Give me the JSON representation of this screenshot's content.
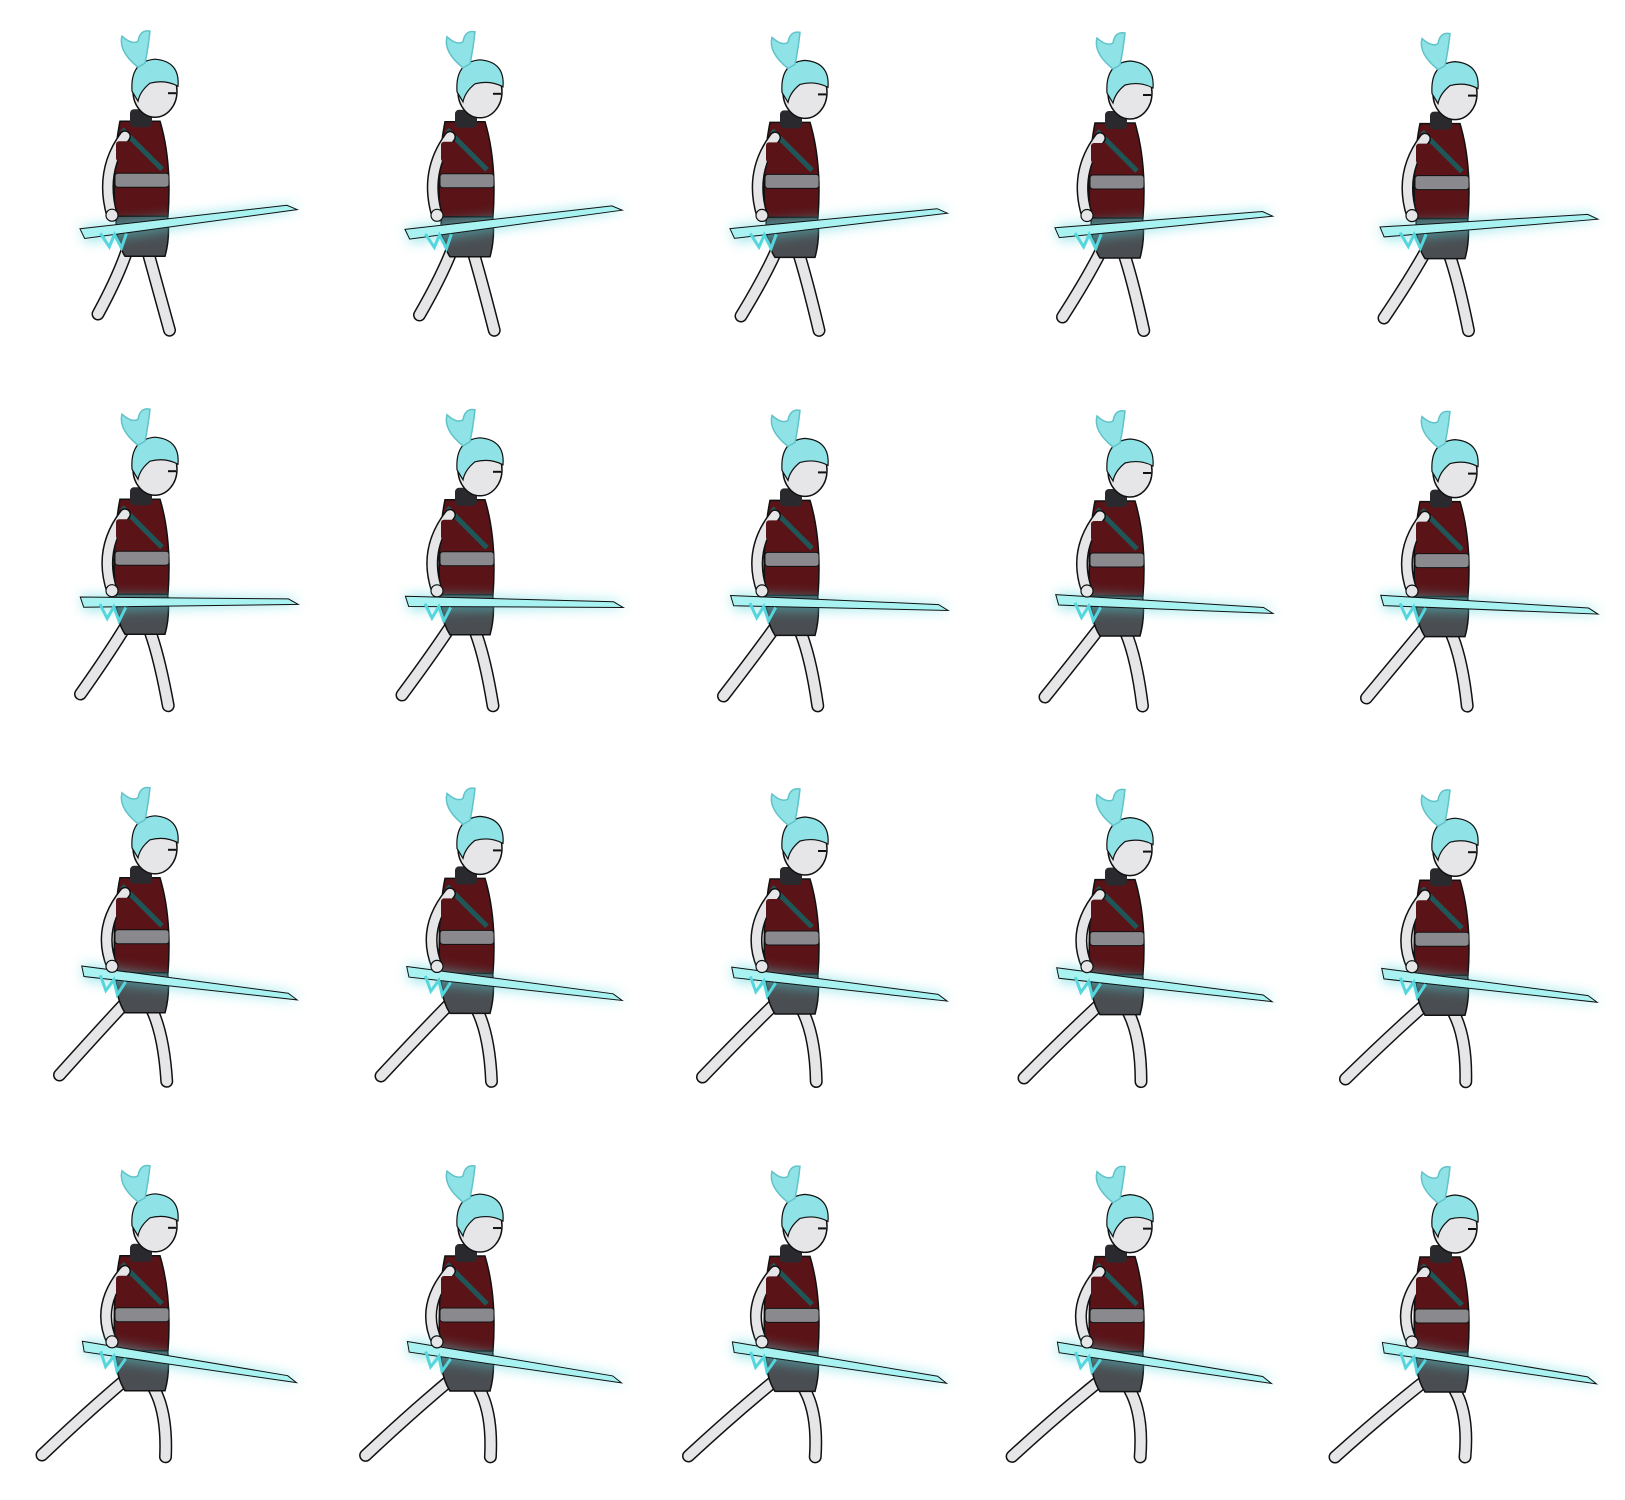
{
  "sprite_sheet": {
    "rows": 4,
    "columns": 5,
    "frame_count": 20,
    "background": "#ffffff",
    "character": {
      "hair_color": "#8fe3e6",
      "hair_shadow": "#5fc3c9",
      "skin_color": "#e6e6e8",
      "tunic_color": "#5a1418",
      "tunic_trim": "#1f5658",
      "sash_color": "#8a8a8e",
      "collar_color": "#2a2a2e",
      "pants_color": "#4a4e52",
      "outline_color": "#111111",
      "sword_color": "#a9f2f2",
      "sword_glow": "#55d6dc"
    },
    "frames": [
      {
        "frame": 1,
        "stride": 0.1,
        "sword_tilt": -4
      },
      {
        "frame": 2,
        "stride": 0.15,
        "sword_tilt": -4
      },
      {
        "frame": 3,
        "stride": 0.2,
        "sword_tilt": -3
      },
      {
        "frame": 4,
        "stride": 0.25,
        "sword_tilt": -2
      },
      {
        "frame": 5,
        "stride": 0.3,
        "sword_tilt": -1
      },
      {
        "frame": 6,
        "stride": 0.35,
        "sword_tilt": 3
      },
      {
        "frame": 7,
        "stride": 0.4,
        "sword_tilt": 4
      },
      {
        "frame": 8,
        "stride": 0.45,
        "sword_tilt": 5
      },
      {
        "frame": 9,
        "stride": 0.5,
        "sword_tilt": 6
      },
      {
        "frame": 10,
        "stride": 0.55,
        "sword_tilt": 6
      },
      {
        "frame": 11,
        "stride": 0.65,
        "sword_tilt": 10
      },
      {
        "frame": 12,
        "stride": 0.7,
        "sword_tilt": 10
      },
      {
        "frame": 13,
        "stride": 0.75,
        "sword_tilt": 10
      },
      {
        "frame": 14,
        "stride": 0.8,
        "sword_tilt": 10
      },
      {
        "frame": 15,
        "stride": 0.85,
        "sword_tilt": 10
      },
      {
        "frame": 16,
        "stride": 0.9,
        "sword_tilt": 12
      },
      {
        "frame": 17,
        "stride": 0.92,
        "sword_tilt": 12
      },
      {
        "frame": 18,
        "stride": 0.95,
        "sword_tilt": 12
      },
      {
        "frame": 19,
        "stride": 0.97,
        "sword_tilt": 12
      },
      {
        "frame": 20,
        "stride": 1.0,
        "sword_tilt": 12
      }
    ]
  }
}
